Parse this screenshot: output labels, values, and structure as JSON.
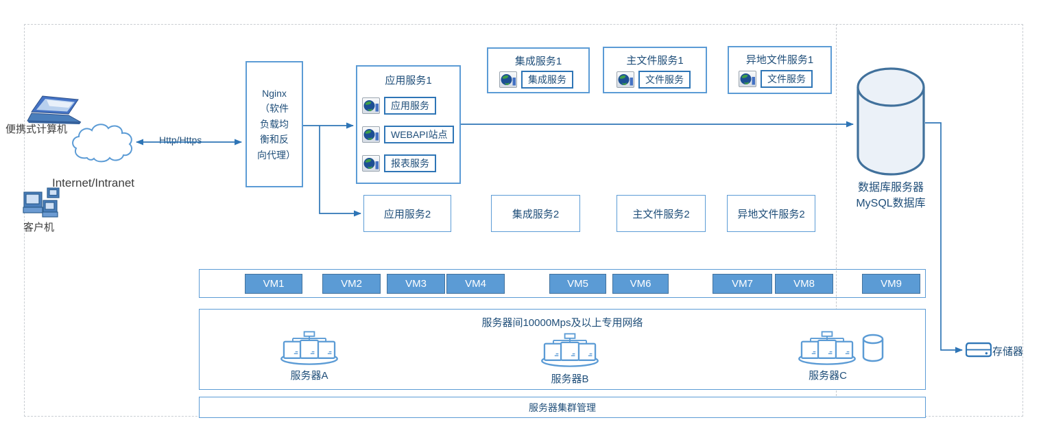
{
  "labels": {
    "laptop": "便携式计算机",
    "internet": "Internet/Intranet",
    "clients": "客户机",
    "http": "Http/Https",
    "nginx": "Nginx（软件负载均衡和反向代理）",
    "db_line1": "数据库服务器",
    "db_line2": "MySQL数据库",
    "storage": "存储器",
    "network_title": "服务器间10000Mps及以上专用网络",
    "cluster_mgmt": "服务器集群管理"
  },
  "app_service1": {
    "title": "应用服务1",
    "items": [
      "应用服务",
      "WEBAPI站点",
      "报表服务"
    ]
  },
  "top_boxes": [
    {
      "title": "集成服务1",
      "inner": "集成服务"
    },
    {
      "title": "主文件服务1",
      "inner": "文件服务"
    },
    {
      "title": "异地文件服务1",
      "inner": "文件服务"
    }
  ],
  "row2_boxes": [
    "应用服务2",
    "集成服务2",
    "主文件服务2",
    "异地文件服务2"
  ],
  "vms": [
    "VM1",
    "VM2",
    "VM3",
    "VM4",
    "VM5",
    "VM6",
    "VM7",
    "VM8",
    "VM9"
  ],
  "servers": [
    "服务器A",
    "服务器B",
    "服务器C"
  ],
  "colors": {
    "accent_line": "#2E75B6",
    "box_border": "#5B9BD5",
    "vm_fill": "#5B9BD5",
    "vm_border": "#41719C",
    "text_blue": "#1F4E79",
    "cylinder_fill": "#EBF1F8",
    "cylinder_stroke": "#41719C"
  }
}
